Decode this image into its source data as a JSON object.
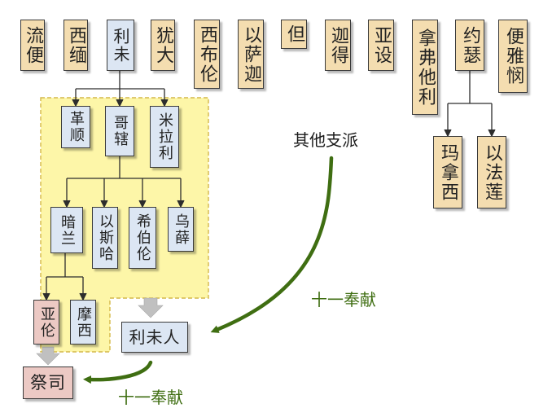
{
  "tribes": [
    {
      "id": "liu-bian",
      "label": "流便"
    },
    {
      "id": "xi-mian",
      "label": "西缅"
    },
    {
      "id": "li-wei",
      "label": "利未"
    },
    {
      "id": "you-da",
      "label": "犹大"
    },
    {
      "id": "xi-bu-lun",
      "label": "西布伦"
    },
    {
      "id": "yi-sa-jia",
      "label": "以萨迦"
    },
    {
      "id": "dan",
      "label": "但"
    },
    {
      "id": "jia-de",
      "label": "迦得"
    },
    {
      "id": "ya-she",
      "label": "亚设"
    },
    {
      "id": "na-fu-ta-li",
      "label": "拿弗他利"
    },
    {
      "id": "yue-se",
      "label": "约瑟"
    },
    {
      "id": "bian-ya-min",
      "label": "便雅悯"
    }
  ],
  "levi_sons": [
    "革顺",
    "哥辖",
    "米拉利"
  ],
  "kohath_sons": [
    "暗兰",
    "以斯哈",
    "希伯伦",
    "乌薛"
  ],
  "amram_sons": [
    "亚伦",
    "摩西"
  ],
  "joseph_sons": [
    "玛拿西",
    "以法莲"
  ],
  "levites_label": "利未人",
  "priests_label": "祭司",
  "other_branches_label": "其他支派",
  "tithe_label_1": "十一奉献",
  "tithe_label_2": "十一奉献",
  "colors": {
    "tribe_fill": "#f4ddb0",
    "levi_fill": "#dce6f3",
    "aaron_fill": "#ecc9c4",
    "highlight_fill": "#fdf6a8",
    "highlight_border": "#d4b84a",
    "arrow_green": "#3f6e12"
  }
}
